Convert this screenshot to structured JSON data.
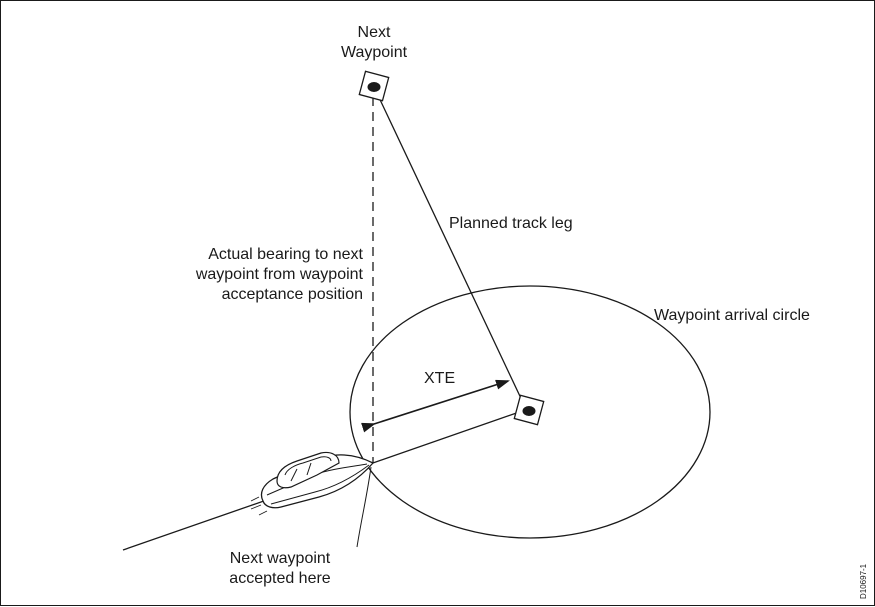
{
  "diagram": {
    "labels": {
      "next_waypoint": [
        "Next",
        "Waypoint"
      ],
      "planned_track_leg": "Planned track leg",
      "actual_bearing": [
        "Actual bearing to next",
        "waypoint from waypoint",
        "acceptance position"
      ],
      "arrival_circle": "Waypoint arrival circle",
      "xte": "XTE",
      "accepted_here": [
        "Next waypoint",
        "accepted here"
      ]
    },
    "figure_code": "D10697-1",
    "colors": {
      "line": "#1a1a1a",
      "fill": "#ffffff"
    }
  }
}
